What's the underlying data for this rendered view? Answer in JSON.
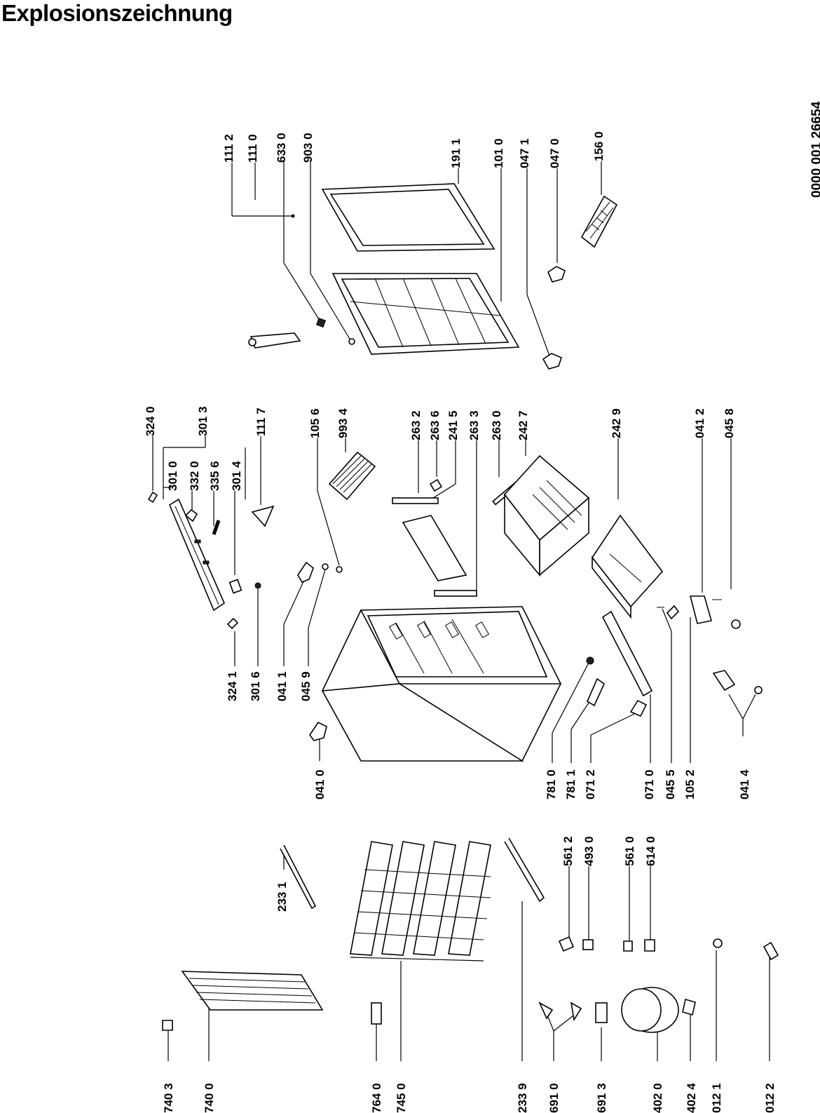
{
  "title": "Explosionszeichnung",
  "document_number": "0000 001 26654",
  "part_labels": [
    "111 2",
    "111 0",
    "633 0",
    "903 0",
    "191 1",
    "101 0",
    "047 1",
    "047 0",
    "156 0",
    "324 0",
    "301 3",
    "301 0",
    "332 0",
    "335 6",
    "301 4",
    "111 7",
    "105 6",
    "993 4",
    "263 2",
    "263 6",
    "241 5",
    "263 3",
    "263 0",
    "242 7",
    "242 9",
    "041 2",
    "045 8",
    "324 1",
    "301 6",
    "041 1",
    "045 9",
    "041 0",
    "781 0",
    "781 1",
    "071 2",
    "071 0",
    "045 5",
    "105 2",
    "041 4",
    "233 1",
    "561 2",
    "493 0",
    "561 0",
    "614 0",
    "740 3",
    "740 0",
    "764 0",
    "745 0",
    "233 9",
    "691 0",
    "691 3",
    "402 0",
    "402 4",
    "012 1",
    "012 2"
  ]
}
